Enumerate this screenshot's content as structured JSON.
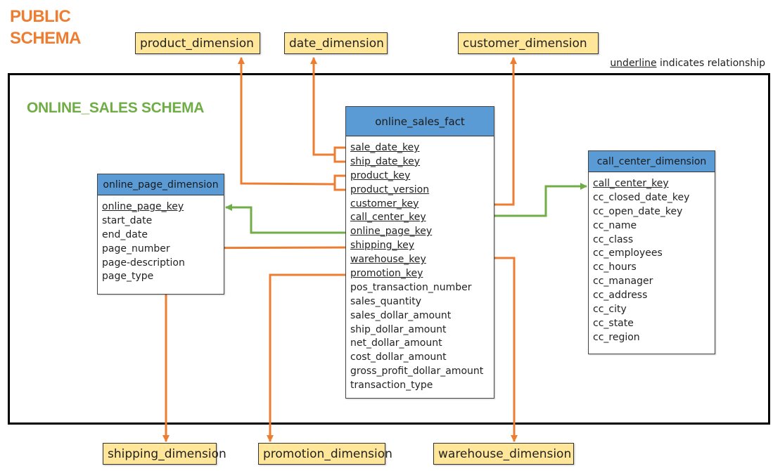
{
  "public_schema": {
    "title_line1": "PUBLIC",
    "title_line2": "SCHEMA"
  },
  "online_schema": {
    "title": "ONLINE_SALES SCHEMA"
  },
  "legend": {
    "underlined_word": "underline",
    "rest": " indicates relationship"
  },
  "colors": {
    "public_dimension_fill": "#ffe699",
    "table_header": "#5b9bd5",
    "fk_line_public": "#ed7d31",
    "fk_line_online": "#70ad47"
  },
  "public_dimensions": {
    "product": "product_dimension",
    "date": "date_dimension",
    "customer": "customer_dimension",
    "shipping": "shipping_dimension",
    "promotion": "promotion_dimension",
    "warehouse": "warehouse_dimension"
  },
  "fact_table": {
    "name": "online_sales_fact",
    "columns": [
      {
        "name": "sale_date_key",
        "key": true
      },
      {
        "name": "ship_date_key",
        "key": true
      },
      {
        "name": "product_key",
        "key": true
      },
      {
        "name": "product_version",
        "key": true
      },
      {
        "name": "customer_key",
        "key": true
      },
      {
        "name": "call_center_key",
        "key": true
      },
      {
        "name": "online_page_key",
        "key": true
      },
      {
        "name": "shipping_key",
        "key": true
      },
      {
        "name": "warehouse_key",
        "key": true
      },
      {
        "name": "promotion_key",
        "key": true
      },
      {
        "name": "pos_transaction_number",
        "key": false
      },
      {
        "name": "sales_quantity",
        "key": false
      },
      {
        "name": "sales_dollar_amount",
        "key": false
      },
      {
        "name": "ship_dollar_amount",
        "key": false
      },
      {
        "name": "net_dollar_amount",
        "key": false
      },
      {
        "name": "cost_dollar_amount",
        "key": false
      },
      {
        "name": "gross_profit_dollar_amount",
        "key": false
      },
      {
        "name": "transaction_type",
        "key": false
      }
    ]
  },
  "online_page_dimension": {
    "name": "online_page_dimension",
    "columns": [
      {
        "name": "online_page_key",
        "key": true
      },
      {
        "name": "start_date",
        "key": false
      },
      {
        "name": "end_date",
        "key": false
      },
      {
        "name": "page_number",
        "key": false
      },
      {
        "name": "page-description",
        "key": false
      },
      {
        "name": "page_type",
        "key": false
      }
    ]
  },
  "call_center_dimension": {
    "name": "call_center_dimension",
    "columns": [
      {
        "name": "call_center_key",
        "key": true
      },
      {
        "name": "cc_closed_date_key",
        "key": false
      },
      {
        "name": "cc_open_date_key",
        "key": false
      },
      {
        "name": "cc_name",
        "key": false
      },
      {
        "name": "cc_class",
        "key": false
      },
      {
        "name": "cc_employees",
        "key": false
      },
      {
        "name": "cc_hours",
        "key": false
      },
      {
        "name": "cc_manager",
        "key": false
      },
      {
        "name": "cc_address",
        "key": false
      },
      {
        "name": "cc_city",
        "key": false
      },
      {
        "name": "cc_state",
        "key": false
      },
      {
        "name": "cc_region",
        "key": false
      }
    ]
  }
}
